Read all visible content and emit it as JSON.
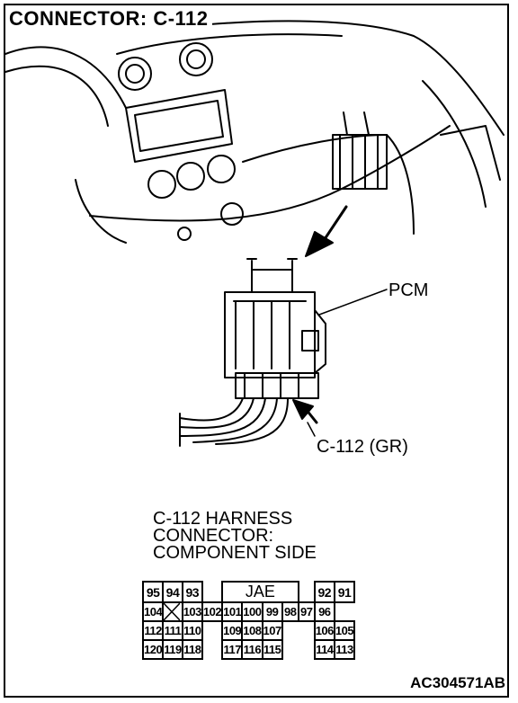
{
  "title": "CONNECTOR: C-112",
  "labels": {
    "pcm": "PCM",
    "connector": "C-112 (GR)"
  },
  "caption": {
    "line1": "C-112 HARNESS",
    "line2": "CONNECTOR:",
    "line3": "COMPONENT SIDE"
  },
  "pin_table": {
    "brand": "JAE",
    "row1_left": [
      "95",
      "94",
      "93"
    ],
    "row1_right": [
      "92",
      "91"
    ],
    "row2": [
      "104",
      "",
      "103",
      "102",
      "101",
      "100",
      "99",
      "98",
      "97",
      "96"
    ],
    "row3_left": [
      "112",
      "111",
      "110"
    ],
    "row3_mid": [
      "109",
      "108",
      "107"
    ],
    "row3_right": [
      "106",
      "105"
    ],
    "row4_left": [
      "120",
      "119",
      "118"
    ],
    "row4_mid": [
      "117",
      "116",
      "115"
    ],
    "row4_right": [
      "114",
      "113"
    ]
  },
  "reference_code": "AC304571AB"
}
